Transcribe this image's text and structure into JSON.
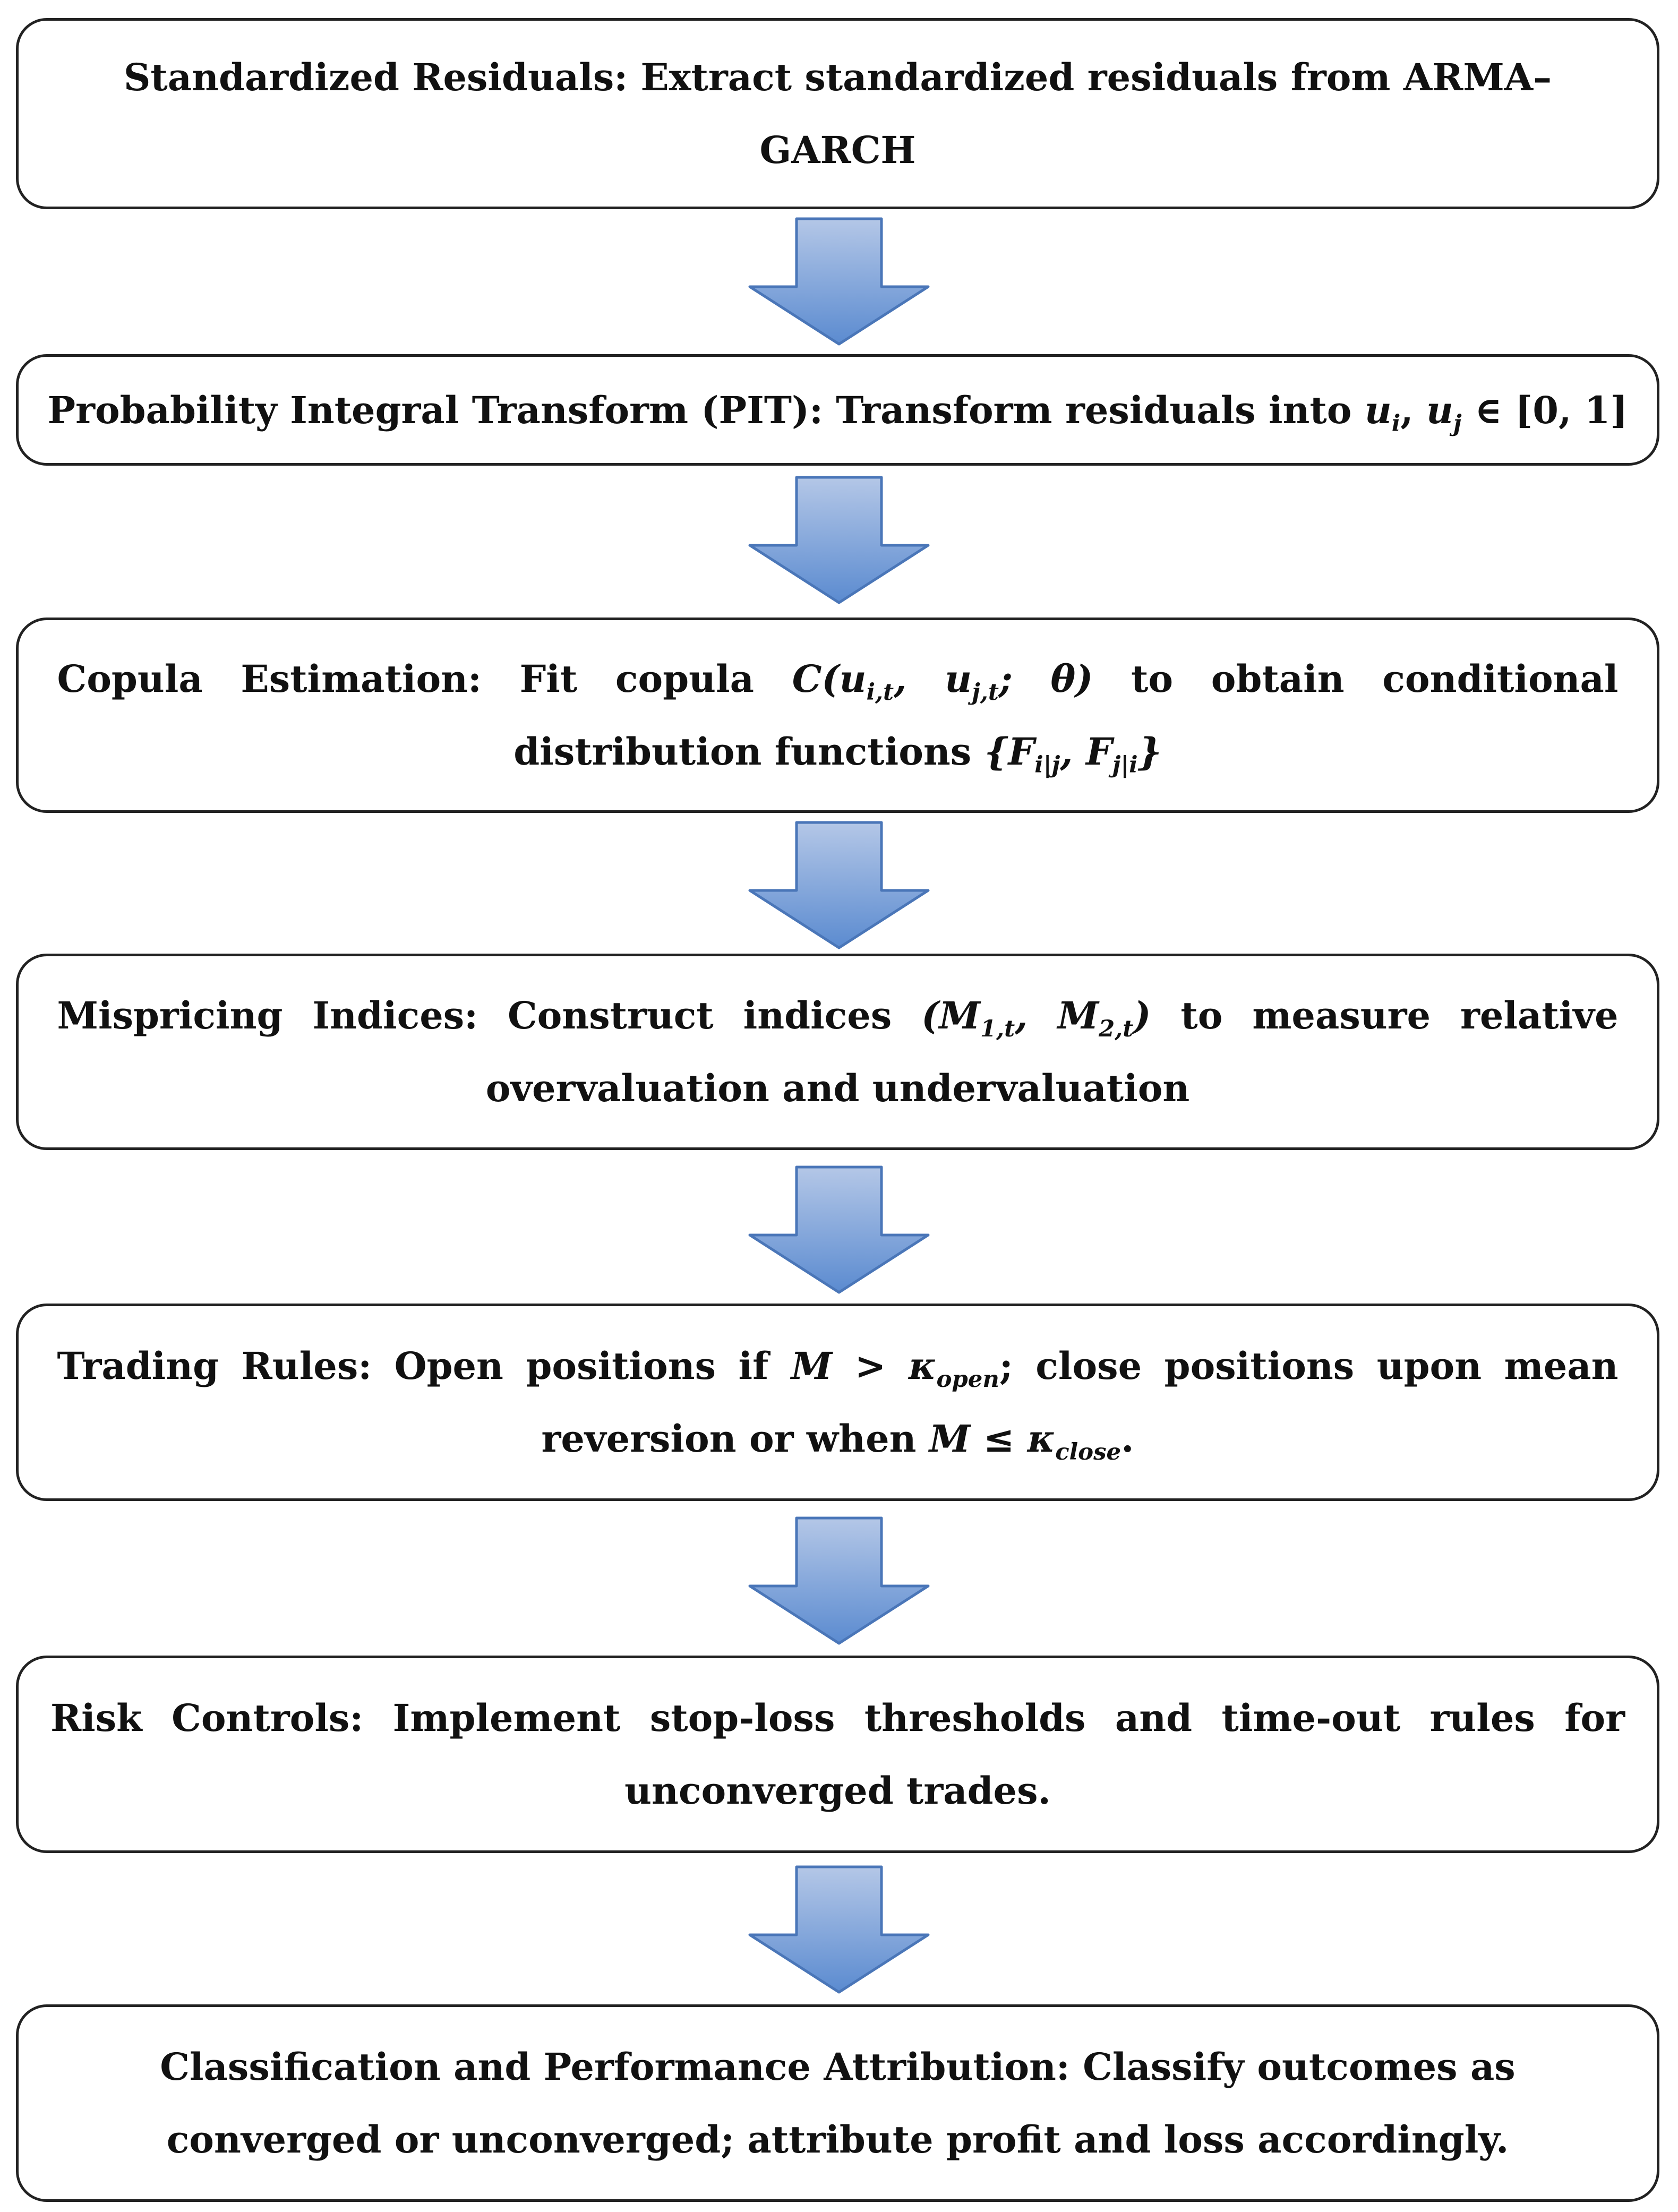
{
  "diagram": {
    "type": "flowchart",
    "direction": "top-to-bottom",
    "colors": {
      "box_border": "#222222",
      "box_fill": "#ffffff",
      "arrow_fill_top": "#b4c7e7",
      "arrow_fill_bottom": "#5b8bd0",
      "arrow_stroke": "#4a76b8"
    },
    "steps": [
      {
        "text": "Standardized Residuals: Extract standardized residuals from ARMA–GARCH"
      },
      {
        "text_before": "Probability Integral Transform (PIT): Transform residuals into ",
        "math": "u",
        "math_sub_1": "i",
        "math_sep": ", ",
        "math_2": "u",
        "math_sub_2": "j",
        "math_after": " ∈ [0, 1]"
      },
      {
        "text_before": "Copula Estimation: Fit copula ",
        "math": "C(u",
        "math_sub_1": "i,t",
        "math_mid": ", u",
        "math_sub_2": "j,t",
        "math_tail": "; θ)",
        "text_middle": " to obtain conditional distribution functions ",
        "math_2_open": "{F",
        "math_2_sub_1": "i|j",
        "math_2_mid": ", F",
        "math_2_sub_2": "j|i",
        "math_2_close": "}"
      },
      {
        "text_before": "Mispricing Indices: Construct indices ",
        "math_open": "(M",
        "math_sub_1": "1,t",
        "math_mid": ", M",
        "math_sub_2": "2,t",
        "math_close": ")",
        "text_after": " to measure relative overvaluation and undervaluation"
      },
      {
        "text_before": "Trading Rules: Open positions if ",
        "math_1": "M > κ",
        "math_1_sub": "open",
        "text_middle": "; close positions upon mean reversion or when ",
        "math_2": "M ≤ κ",
        "math_2_sub": "close",
        "text_after": "."
      },
      {
        "text": "Risk Controls: Implement stop-loss thresholds and time-out rules for unconverged trades."
      },
      {
        "text": "Classification and Performance Attribution: Classify outcomes as converged or unconverged; attribute profit and loss accordingly."
      }
    ],
    "arrows": [
      {
        "from": 0,
        "to": 1,
        "icon": "down-arrow-icon"
      },
      {
        "from": 1,
        "to": 2,
        "icon": "down-arrow-icon"
      },
      {
        "from": 2,
        "to": 3,
        "icon": "down-arrow-icon"
      },
      {
        "from": 3,
        "to": 4,
        "icon": "down-arrow-icon"
      },
      {
        "from": 4,
        "to": 5,
        "icon": "down-arrow-icon"
      },
      {
        "from": 5,
        "to": 6,
        "icon": "down-arrow-icon"
      }
    ]
  }
}
